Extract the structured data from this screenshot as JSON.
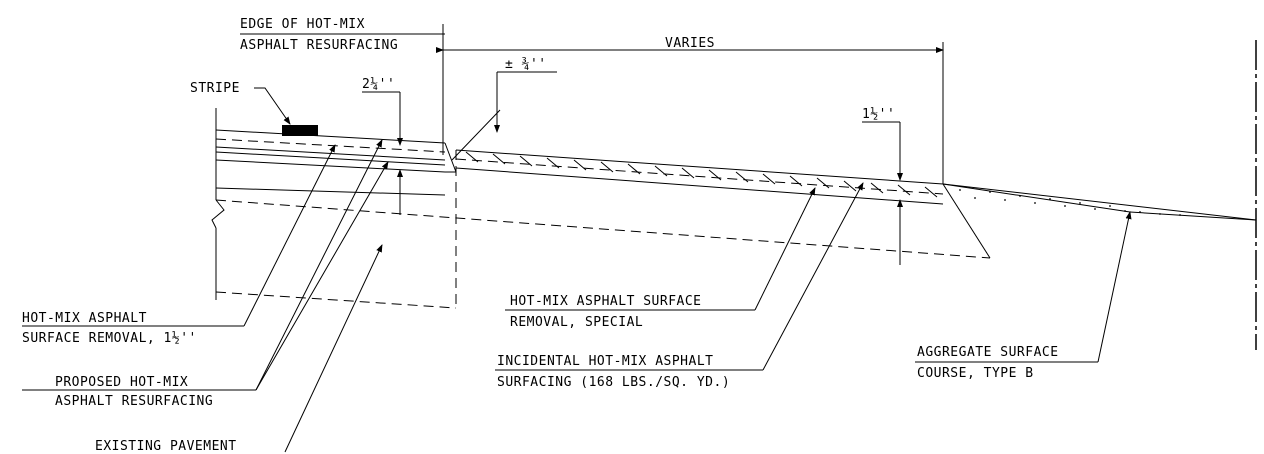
{
  "labels": {
    "edge_line1": "EDGE OF HOT-MIX",
    "edge_line2": "ASPHALT RESURFACING",
    "varies": "VARIES",
    "tol": "± ¾''",
    "stripe": "STRIPE",
    "dim_left": "2¼''",
    "dim_right": "1½''",
    "removal_line1": "HOT-MIX ASPHALT",
    "removal_line2": "SURFACE REMOVAL, 1½''",
    "proposed_line1": "PROPOSED HOT-MIX",
    "proposed_line2": "ASPHALT RESURFACING",
    "existing": "EXISTING PAVEMENT",
    "special_line1": "HOT-MIX ASPHALT SURFACE",
    "special_line2": "REMOVAL, SPECIAL",
    "incidental_line1": "INCIDENTAL HOT-MIX ASPHALT",
    "incidental_line2": "SURFACING (168 LBS./SQ. YD.)",
    "aggregate_line1": "AGGREGATE SURFACE",
    "aggregate_line2": "COURSE, TYPE B"
  }
}
